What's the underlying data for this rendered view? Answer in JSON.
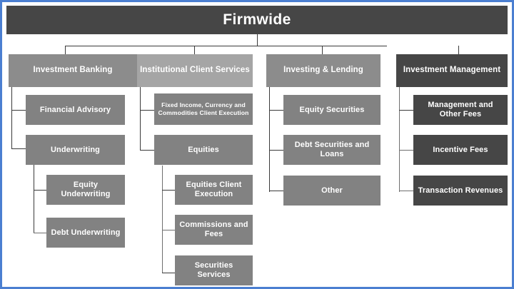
{
  "diagram": {
    "title": "Firmwide organizational / revenue segment chart",
    "root": {
      "label": "Firmwide",
      "tone": "dark"
    },
    "colors": {
      "frame_blue": "#4b7fd1",
      "dark_gray": "#464646",
      "mid_gray": "#8c8c8c",
      "light_gray": "#a5a5a5",
      "body_gray": "#828282",
      "connector": "#3a3a3a",
      "text": "#ffffff",
      "background": "#ffffff"
    },
    "columns": [
      {
        "id": "investment-banking",
        "header": {
          "label": "Investment Banking",
          "tone": "mid"
        },
        "children": [
          {
            "label": "Financial Advisory",
            "tone": "gray",
            "level": 2
          },
          {
            "label": "Underwriting",
            "tone": "gray",
            "level": 2,
            "children": [
              {
                "label": "Equity Underwriting",
                "tone": "gray",
                "level": 3
              },
              {
                "label": "Debt Underwriting",
                "tone": "gray",
                "level": 3
              }
            ]
          }
        ]
      },
      {
        "id": "institutional-client-services",
        "header": {
          "label": "Institutional Client Services",
          "tone": "light"
        },
        "children": [
          {
            "label": "Fixed Income, Currency and Commodities Client Execution",
            "tone": "gray",
            "level": 2
          },
          {
            "label": "Equities",
            "tone": "gray",
            "level": 2,
            "children": [
              {
                "label": "Equities Client Execution",
                "tone": "gray",
                "level": 3
              },
              {
                "label": "Commissions and Fees",
                "tone": "gray",
                "level": 3
              },
              {
                "label": "Securities Services",
                "tone": "gray",
                "level": 3
              }
            ]
          }
        ]
      },
      {
        "id": "investing-and-lending",
        "header": {
          "label": "Investing & Lending",
          "tone": "mid"
        },
        "children": [
          {
            "label": "Equity Securities",
            "tone": "gray",
            "level": 2
          },
          {
            "label": "Debt Securities and Loans",
            "tone": "gray",
            "level": 2
          },
          {
            "label": "Other",
            "tone": "gray",
            "level": 2
          }
        ]
      },
      {
        "id": "investment-management",
        "header": {
          "label": "Investment Management",
          "tone": "dark"
        },
        "children": [
          {
            "label": "Management and Other Fees",
            "tone": "dark",
            "level": 2
          },
          {
            "label": "Incentive Fees",
            "tone": "dark",
            "level": 2
          },
          {
            "label": "Transaction Revenues",
            "tone": "dark",
            "level": 2
          }
        ]
      }
    ]
  }
}
